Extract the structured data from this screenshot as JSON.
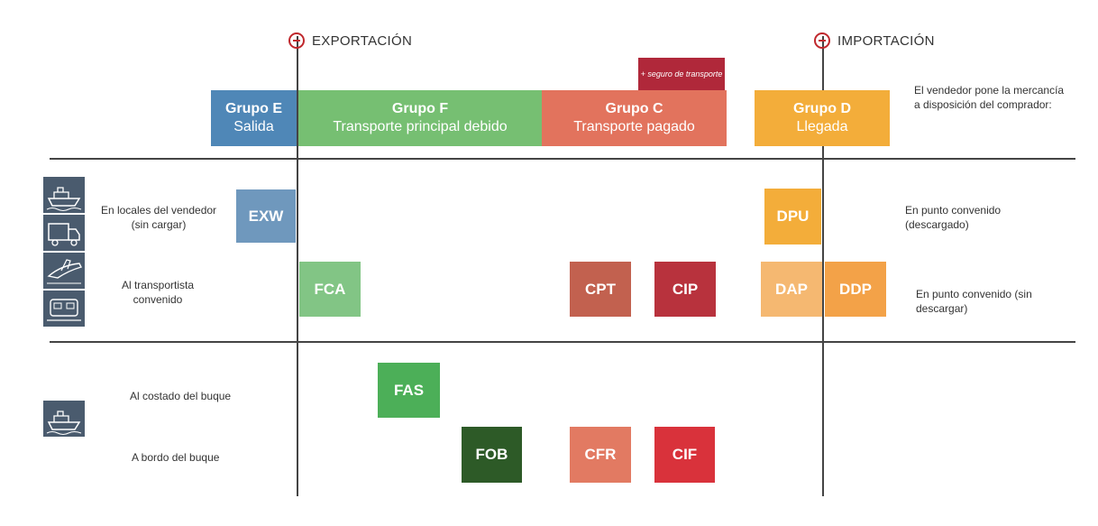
{
  "headers": {
    "export": "EXPORTACIÓN",
    "import": "IMPORTACIÓN"
  },
  "insurance_note": "+ seguro de transporte",
  "groups": {
    "e": {
      "title": "Grupo E",
      "subtitle": "Salida"
    },
    "f": {
      "title": "Grupo F",
      "subtitle": "Transporte principal debido"
    },
    "c": {
      "title": "Grupo C",
      "subtitle": "Transporte pagado"
    },
    "d": {
      "title": "Grupo D",
      "subtitle": "Llegada"
    }
  },
  "seller_note": "El vendedor pone la mercancía a disposición del comprador:",
  "row_labels": {
    "seller_premises": "En locales del vendedor (sin cargar)",
    "carrier": "Al transportista convenido",
    "alongside": "Al costado del buque",
    "onboard": "A bordo del buque",
    "agreed_unloaded": "En punto convenido (descargado)",
    "agreed_not_unloaded": "En punto convenido (sin descargar)"
  },
  "terms": {
    "exw": "EXW",
    "fca": "FCA",
    "fas": "FAS",
    "fob": "FOB",
    "cpt": "CPT",
    "cip": "CIP",
    "cfr": "CFR",
    "cif": "CIF",
    "dpu": "DPU",
    "dap": "DAP",
    "ddp": "DDP"
  },
  "colors": {
    "group_e": "#4f87b7",
    "group_f": "#76bf72",
    "group_c": "#e2735d",
    "group_d": "#f3ad3a",
    "exw": "#6f98bd",
    "fca": "#82c585",
    "fas": "#4caf58",
    "fob": "#2d5a27",
    "cpt": "#c2614f",
    "cip": "#b8323d",
    "cfr": "#e27a62",
    "cif": "#d9323b",
    "dpu": "#f3ad3a",
    "dap": "#f5b871",
    "ddp": "#f3a248",
    "note": "#b0283a",
    "icon": "#4a5b6e"
  },
  "icons": [
    "ship-icon",
    "truck-icon",
    "plane-icon",
    "train-icon",
    "ship-icon"
  ]
}
